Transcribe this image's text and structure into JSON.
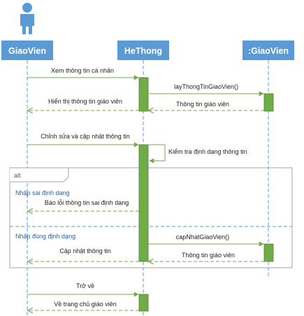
{
  "diagram": {
    "type": "sequence",
    "icon": "actor-person-icon",
    "colors": {
      "lifeline_header": "#5b9bd5",
      "lifeline_text": "#ffffff",
      "lifeline_dash": "#5b9bd5",
      "activation": "#70ad47",
      "activation_border": "#507e32",
      "message": "#70ad47",
      "frame_border": "#a6a6a6",
      "operand_divider": "#5b9bd5",
      "guard_text": "#2e5f9f"
    },
    "lifelines": [
      {
        "id": "actor",
        "label": "GiaoVien"
      },
      {
        "id": "system",
        "label": "HeThong"
      },
      {
        "id": "object",
        "label": ":GiaoVien"
      }
    ],
    "messages": [
      {
        "from": "actor",
        "to": "system",
        "kind": "sync",
        "label": "Xem thông tin cá nhân"
      },
      {
        "from": "system",
        "to": "object",
        "kind": "sync",
        "label": "layThongTinGiaoVien()"
      },
      {
        "from": "object",
        "to": "system",
        "kind": "return",
        "label": "Thông tin giáo viên"
      },
      {
        "from": "system",
        "to": "actor",
        "kind": "return",
        "label": "Hiển thị thông tin giáo viên"
      },
      {
        "from": "actor",
        "to": "system",
        "kind": "sync",
        "label": "Chỉnh sửa và cập nhật thông tin"
      },
      {
        "from": "system",
        "to": "system",
        "kind": "self",
        "label": "Kiểm tra định dạng thông tin"
      },
      {
        "from": "system",
        "to": "actor",
        "kind": "return",
        "label": "Báo lỗi thông tin sai định dạng"
      },
      {
        "from": "system",
        "to": "object",
        "kind": "sync",
        "label": "capNhatGiaoVien()"
      },
      {
        "from": "object",
        "to": "system",
        "kind": "return",
        "label": "Thông tin giáo viên"
      },
      {
        "from": "system",
        "to": "actor",
        "kind": "return",
        "label": "Cập nhật thông tin"
      },
      {
        "from": "actor",
        "to": "system",
        "kind": "sync",
        "label": "Trở về"
      },
      {
        "from": "system",
        "to": "actor",
        "kind": "return",
        "label": "Về trang chủ giáo viên"
      }
    ],
    "fragment": {
      "operator": "alt",
      "operands": [
        {
          "guard": "Nhập sai định dạng"
        },
        {
          "guard": "Nhập đúng định dạng"
        }
      ]
    }
  }
}
